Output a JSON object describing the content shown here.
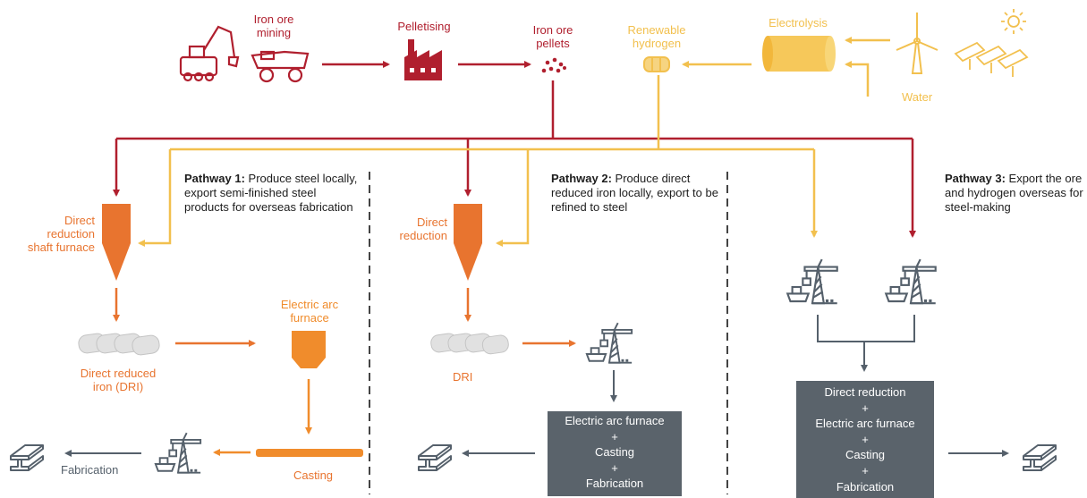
{
  "top": {
    "mining": "Iron ore\nmining",
    "pelletising": "Pelletising",
    "pellets": "Iron ore\npellets",
    "hydrogen": "Renewable\nhydrogen",
    "electrolysis": "Electrolysis",
    "water": "Water"
  },
  "pathway1": {
    "title": "Pathway 1:",
    "text": " Produce steel locally, export semi-finished steel products for overseas fabrication",
    "furnace": "Direct\nreduction\nshaft furnace",
    "dri": "Direct reduced\niron (DRI)",
    "eaf": "Electric arc\nfurnace",
    "casting": "Casting",
    "fabrication": "Fabrication"
  },
  "pathway2": {
    "title": "Pathway 2:",
    "text": " Produce direct reduced iron locally, export to be refined to steel",
    "furnace": "Direct\nreduction",
    "dri": "DRI",
    "box": [
      "Electric arc furnace",
      "+",
      "Casting",
      "+",
      "Fabrication"
    ]
  },
  "pathway3": {
    "title": "Pathway 3:",
    "text": " Export the ore and hydrogen overseas for steel-making",
    "box": [
      "Direct reduction",
      "+",
      "Electric arc furnace",
      "+",
      "Casting",
      "+",
      "Fabrication"
    ]
  },
  "colors": {
    "ore_red": "#b01f2e",
    "hydrogen_yellow": "#f2c04e",
    "furnace_orange": "#e8742f",
    "eaf_orange": "#f08c2c",
    "box_gray": "#5a636b",
    "icon_gray": "#55606b"
  },
  "icons": [
    "excavator-icon",
    "haul-truck-icon",
    "factory-icon",
    "pellets-icon",
    "hydrogen-tank-icon",
    "electrolyser-icon",
    "wind-turbine-icon",
    "solar-panels-icon",
    "sun-icon",
    "shaft-furnace-icon",
    "dri-briquettes-icon",
    "arc-furnace-icon",
    "casting-slab-icon",
    "port-crane-ship-icon",
    "steel-beam-icon"
  ]
}
